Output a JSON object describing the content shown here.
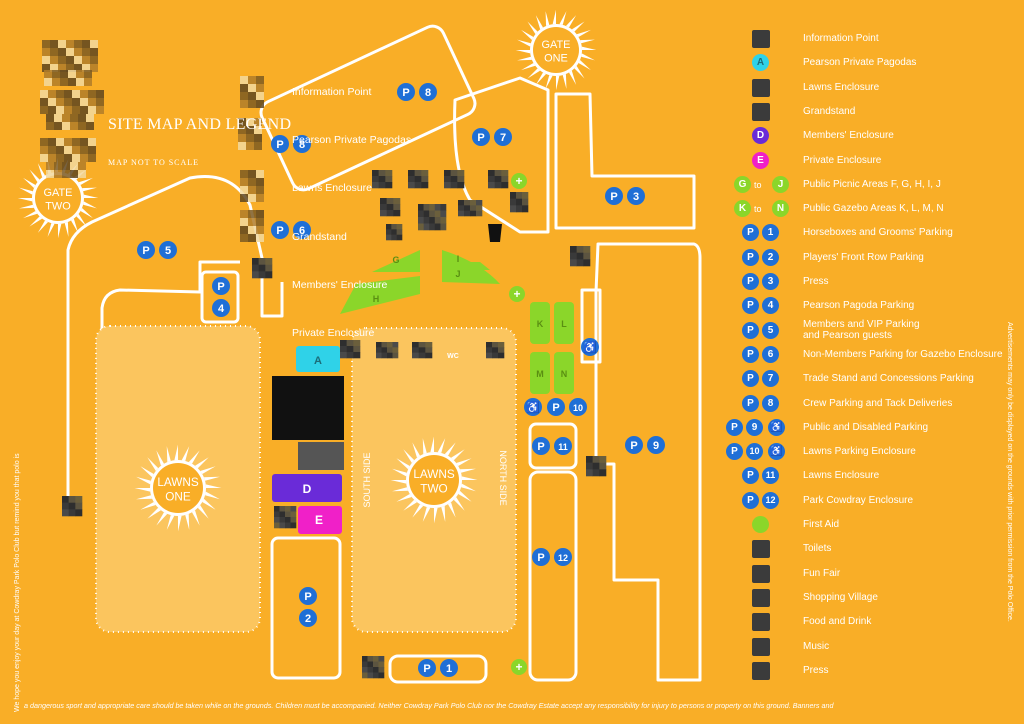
{
  "title": {
    "main": "SITE MAP AND LEGEND",
    "subtitle": "MAP NOT TO SCALE"
  },
  "gates": {
    "gate_one": [
      "GATE",
      "ONE"
    ],
    "gate_two": [
      "GATE",
      "TWO"
    ]
  },
  "lawns": {
    "lawns_one": [
      "LAWNS",
      "ONE"
    ],
    "lawns_two": [
      "LAWNS",
      "TWO"
    ]
  },
  "sides": {
    "south": "SOUTH SIDE",
    "north": "NORTH SIDE"
  },
  "map_labels": [
    "Information Point",
    "Pearson Private Pagodas",
    "Lawns Enclosure",
    "Grandstand",
    "Members' Enclosure",
    "Private Enclosure"
  ],
  "map_markers": {
    "p8": "8",
    "p7": "7",
    "p6": "6",
    "p5": "5",
    "p4": "4",
    "p3": "3",
    "p2": "2",
    "p1": "1",
    "p9": "9",
    "p10": "10",
    "p11": "11",
    "p12": "12",
    "enc_a": "A",
    "enc_d": "D",
    "enc_e": "E",
    "wc": "WC",
    "picnic": [
      "G",
      "H",
      "I",
      "J"
    ],
    "gazebo": [
      "K",
      "L",
      "M",
      "N"
    ]
  },
  "legend": [
    {
      "icon": "info-icon",
      "label": "Information Point"
    },
    {
      "badge": "A",
      "color": "#2FD2E8",
      "label": "Pearson Private Pagodas"
    },
    {
      "icon": "lawns-icon",
      "label": "Lawns Enclosure"
    },
    {
      "icon": "grandstand-icon",
      "label": "Grandstand"
    },
    {
      "badge": "D",
      "color": "#6A2BD8",
      "label": "Members' Enclosure"
    },
    {
      "badge": "E",
      "color": "#F020C8",
      "label": "Private Enclosure"
    },
    {
      "range": [
        "G",
        "J"
      ],
      "to": "to",
      "color": "#8BD62A",
      "label": "Public Picnic Areas F, G, H, I, J"
    },
    {
      "range": [
        "K",
        "N"
      ],
      "to": "to",
      "color": "#8BD62A",
      "label": "Public Gazebo Areas K, L, M, N"
    },
    {
      "parking": "1",
      "label": "Horseboxes and Grooms' Parking"
    },
    {
      "parking": "2",
      "label": "Players' Front Row Parking"
    },
    {
      "parking": "3",
      "label": "Press"
    },
    {
      "parking": "4",
      "label": "Pearson Pagoda Parking"
    },
    {
      "parking": "5",
      "label": "Members and VIP Parking",
      "label2": "and Pearson guests"
    },
    {
      "parking": "6",
      "label": "Non-Members Parking for Gazebo Enclosure"
    },
    {
      "parking": "7",
      "label": "Trade Stand and Concessions Parking"
    },
    {
      "parking": "8",
      "label": "Crew Parking and Tack Deliveries"
    },
    {
      "parking": "9",
      "disabled": true,
      "label": "Public and Disabled Parking"
    },
    {
      "parking": "10",
      "disabled": true,
      "label": "Lawns Parking Enclosure"
    },
    {
      "parking": "11",
      "label": "Lawns Enclosure"
    },
    {
      "parking": "12",
      "label": "Park Cowdray Enclosure"
    },
    {
      "icon": "first-aid-icon",
      "label": "First Aid"
    },
    {
      "icon": "toilets-icon",
      "label": "Toilets"
    },
    {
      "icon": "fun-fair-icon",
      "label": "Fun Fair"
    },
    {
      "icon": "shopping-icon",
      "label": "Shopping Village"
    },
    {
      "icon": "food-drink-icon",
      "label": "Food and Drink"
    },
    {
      "icon": "music-icon",
      "label": "Music"
    },
    {
      "icon": "press-icon",
      "label": "Press"
    }
  ],
  "side_text_left": "We hope you enjoy your day at Cowdray Park Polo Club but remind you that polo is",
  "side_text_right": "Advertisements may only be displayed on the grounds with prior permission from the Polo Office.",
  "bottom_text": "a dangerous sport and appropriate care should be taken while on the grounds. Children must be accompanied. Neither Cowdray Park Polo Club nor the Cowdray Estate accept any responsibility for injury to persons or property on this ground. Banners and",
  "colors": {
    "background": "#F9AE27",
    "parking": "#1F6FD6",
    "pagoda": "#2FD2E8",
    "members": "#6A2BD8",
    "private": "#F020C8",
    "green": "#8BD62A",
    "dark": "#3b3b3b"
  }
}
